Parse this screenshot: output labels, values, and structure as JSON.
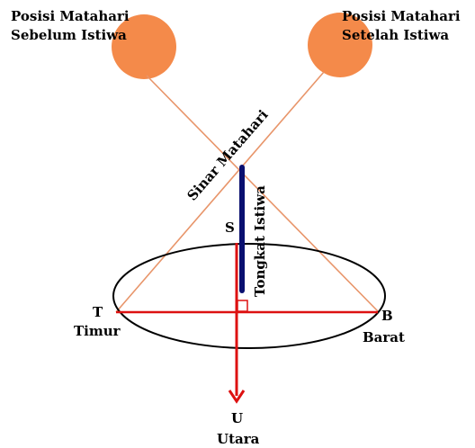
{
  "sun_before": {
    "label_line1": "Posisi Matahari",
    "label_line2": "Sebelum Istiwa"
  },
  "sun_after": {
    "label_line1": "Posisi Matahari",
    "label_line2": "Setelah Istiwa"
  },
  "ray_label": "Sinar Matahari",
  "pole_label": "Tongkat Istiwa",
  "shadow_label": "S",
  "east": {
    "letter": "T",
    "name": "Timur"
  },
  "west": {
    "letter": "B",
    "name": "Barat"
  },
  "north": {
    "letter": "U",
    "name": "Utara"
  },
  "colors": {
    "sun": "#f48a4a",
    "ray": "#e8956a",
    "pole": "#0a1070",
    "line_red": "#dd1111",
    "ellipse": "#000000"
  }
}
